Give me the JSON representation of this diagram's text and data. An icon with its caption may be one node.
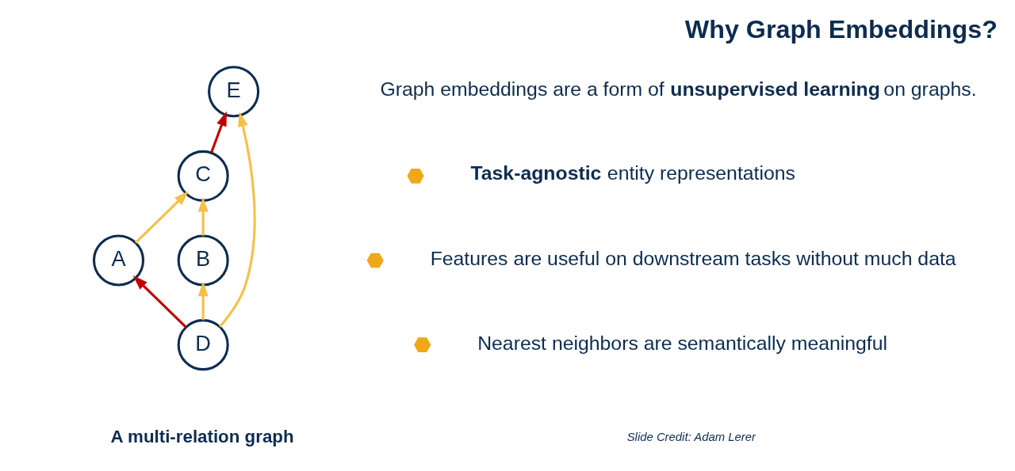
{
  "diagram": {
    "title": "Why Graph Embeddings?",
    "nodes": [
      {
        "text": [
          "A"
        ]
      },
      {
        "text": [
          "B"
        ]
      },
      {
        "text": [
          "C"
        ]
      },
      {
        "text": [
          "D"
        ]
      },
      {
        "text": [
          "E"
        ]
      }
    ],
    "edges": [
      {
        "from": 0,
        "to": 2,
        "arrow": "to"
      },
      {
        "from": 1,
        "to": 2,
        "arrow": "to"
      },
      {
        "from": 3,
        "to": 1,
        "arrow": "to"
      },
      {
        "from": 3,
        "to": 0,
        "arrow": "to",
        "color": "#c00000"
      },
      {
        "from": 2,
        "to": 4,
        "arrow": "to",
        "color": "#c00000"
      },
      {
        "from": 3,
        "to": 4,
        "arrow": "to"
      }
    ],
    "labels": [
      "Graph embeddings are a form of **unsupervised learning** on graphs.",
      "**Task-agnostic** entity representations",
      "Features are useful on downstream tasks without much data",
      "Nearest neighbors are semantically meaningful",
      "A multi-relation graph",
      "Slide Credit: Adam Lerer"
    ]
  }
}
